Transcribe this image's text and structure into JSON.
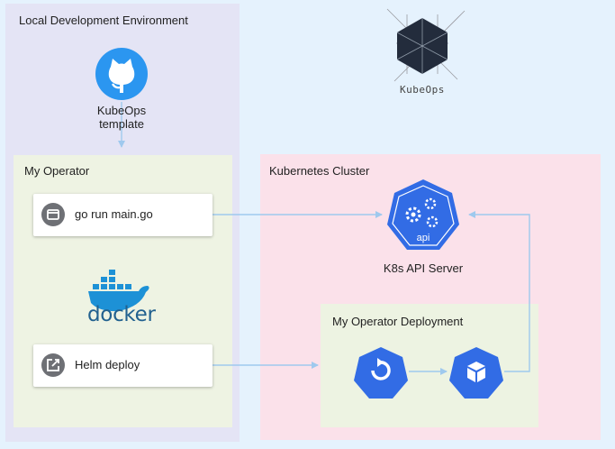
{
  "groups": {
    "local_env": "Local Development Environment",
    "my_operator": "My Operator",
    "k8s_cluster": "Kubernetes Cluster",
    "op_deploy": "My Operator Deployment"
  },
  "template": {
    "line1": "KubeOps",
    "line2": "template",
    "icon": "github-icon"
  },
  "logo": {
    "name": "KubeOps"
  },
  "cards": {
    "run": {
      "label": "go run main.go",
      "icon": "terminal-icon"
    },
    "helm": {
      "label": "Helm deploy",
      "icon": "external-link-icon"
    }
  },
  "docker": {
    "label": "docker",
    "icon": "docker-whale-icon"
  },
  "api": {
    "badge": "api",
    "label": "K8s API Server",
    "icon": "kubernetes-api-icon"
  },
  "deploy_icons": [
    "kubernetes-deploy-icon",
    "kubernetes-pod-icon"
  ],
  "colors": {
    "k8s_blue": "#326ce5",
    "arrow": "#9fc9ee",
    "github_blue": "#2b96f0",
    "docker_blue": "#1d91d6",
    "card_icon": "#6e7075"
  }
}
